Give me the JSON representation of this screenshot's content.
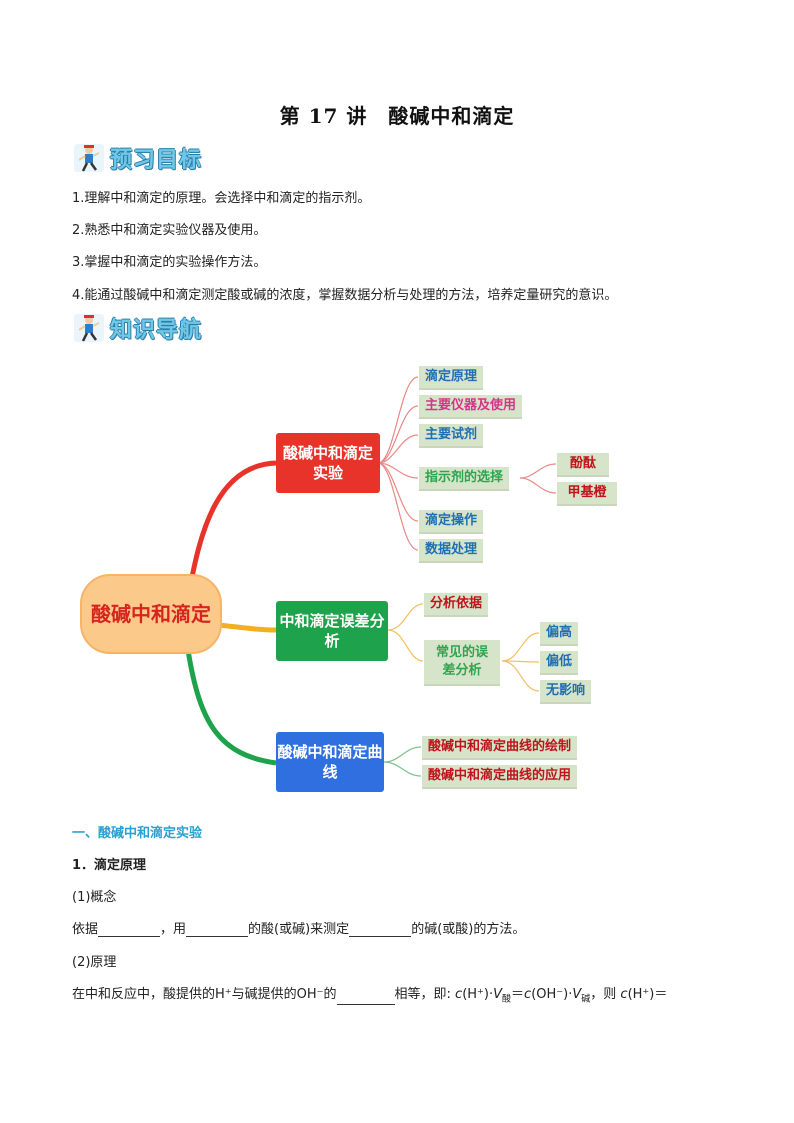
{
  "title": "第 17 讲　酸碱中和滴定",
  "sections": {
    "preview": {
      "label": "预习目标",
      "icon": "runner-icon"
    },
    "knowledge": {
      "label": "知识导航",
      "icon": "runner-icon"
    }
  },
  "objectives": [
    "1.理解中和滴定的原理。会选择中和滴定的指示剂。",
    "2.熟悉中和滴定实验仪器及使用。",
    "3.掌握中和滴定的实验操作方法。",
    "4.能通过酸碱中和滴定测定酸或碱的浓度，掌握数据分析与处理的方法，培养定量研究的意识。"
  ],
  "mindmap": {
    "center": "酸碱中和滴定",
    "branches": [
      {
        "label": "酸碱中和滴定实验",
        "color": "#e8332a",
        "items": [
          "滴定原理",
          "主要仪器及使用",
          "主要试剂",
          "指示剂的选择",
          "滴定操作",
          "数据处理"
        ],
        "indicator_children": [
          "酚酞",
          "甲基橙"
        ]
      },
      {
        "label": "中和滴定误差分析",
        "color": "#1ea24b",
        "items": [
          "分析依据",
          "常见的误差分析"
        ],
        "error_children": [
          "偏高",
          "偏低",
          "无影响"
        ]
      },
      {
        "label": "酸碱中和滴定曲线",
        "color": "#2f6fe0",
        "items": [
          "酸碱中和滴定曲线的绘制",
          "酸碱中和滴定曲线的应用"
        ]
      }
    ]
  },
  "body": {
    "section_heading": "一、酸碱中和滴定实验",
    "subheading": "1．滴定原理",
    "concept_label": "(1)概念",
    "concept_parts": [
      "依据",
      "，用",
      "的酸(或碱)来测定",
      "的碱(或酸)的方法。"
    ],
    "principle_label": "(2)原理",
    "principle_prefix": "在中和反应中，酸提供的H⁺与碱提供的OH⁻的",
    "principle_mid": "相等，即: ",
    "formula": {
      "c1": "c",
      "h": "(H⁺)·",
      "v1": "V",
      "sub1": "酸",
      "eq": "＝",
      "c2": "c",
      "oh": "(OH⁻)·",
      "v2": "V",
      "sub2": "碱",
      "then": "，则 ",
      "c3": "c",
      "h2": "(H⁺)＝"
    }
  }
}
